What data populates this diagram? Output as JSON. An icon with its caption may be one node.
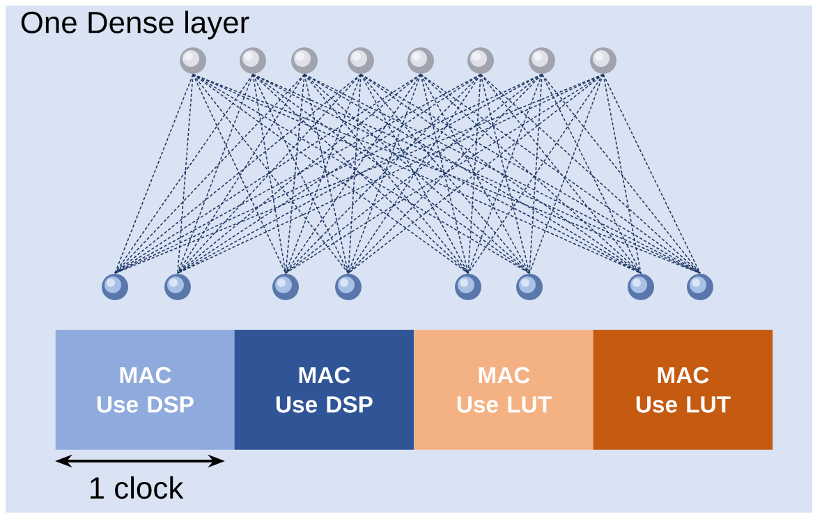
{
  "diagram": {
    "title": "One Dense layer",
    "nodes": [
      {
        "text": [],
        "shape": "circle"
      },
      {
        "text": [],
        "shape": "circle"
      },
      {
        "text": [],
        "shape": "circle"
      },
      {
        "text": [],
        "shape": "circle"
      },
      {
        "text": [],
        "shape": "circle"
      },
      {
        "text": [],
        "shape": "circle"
      },
      {
        "text": [],
        "shape": "circle"
      },
      {
        "text": [],
        "shape": "circle"
      },
      {
        "text": [],
        "shape": "circle"
      },
      {
        "text": [],
        "shape": "circle"
      },
      {
        "text": [],
        "shape": "circle"
      },
      {
        "text": [],
        "shape": "circle"
      },
      {
        "text": [],
        "shape": "circle"
      },
      {
        "text": [],
        "shape": "circle"
      },
      {
        "text": [],
        "shape": "circle"
      },
      {
        "text": [],
        "shape": "circle"
      },
      {
        "text": [
          "MAC Use DSP"
        ]
      },
      {
        "text": [
          "MAC Use DSP"
        ]
      },
      {
        "text": [
          "MAC Use LUT"
        ]
      },
      {
        "text": [
          "MAC Use LUT"
        ]
      }
    ],
    "edges": [
      {
        "from": 0,
        "to": 8,
        "arrow": "none",
        "style": "dashed"
      },
      {
        "from": 0,
        "to": 9,
        "arrow": "none",
        "style": "dashed"
      },
      {
        "from": 0,
        "to": 10,
        "arrow": "none",
        "style": "dashed"
      },
      {
        "from": 0,
        "to": 11,
        "arrow": "none",
        "style": "dashed"
      },
      {
        "from": 0,
        "to": 12,
        "arrow": "none",
        "style": "dashed"
      },
      {
        "from": 0,
        "to": 13,
        "arrow": "none",
        "style": "dashed"
      },
      {
        "from": 0,
        "to": 14,
        "arrow": "none",
        "style": "dashed"
      },
      {
        "from": 0,
        "to": 15,
        "arrow": "none",
        "style": "dashed"
      },
      {
        "from": 1,
        "to": 8,
        "arrow": "none",
        "style": "dashed"
      },
      {
        "from": 1,
        "to": 9,
        "arrow": "none",
        "style": "dashed"
      },
      {
        "from": 1,
        "to": 10,
        "arrow": "none",
        "style": "dashed"
      },
      {
        "from": 1,
        "to": 11,
        "arrow": "none",
        "style": "dashed"
      },
      {
        "from": 1,
        "to": 12,
        "arrow": "none",
        "style": "dashed"
      },
      {
        "from": 1,
        "to": 13,
        "arrow": "none",
        "style": "dashed"
      },
      {
        "from": 1,
        "to": 14,
        "arrow": "none",
        "style": "dashed"
      },
      {
        "from": 1,
        "to": 15,
        "arrow": "none",
        "style": "dashed"
      },
      {
        "from": 2,
        "to": 8,
        "arrow": "none",
        "style": "dashed"
      },
      {
        "from": 2,
        "to": 9,
        "arrow": "none",
        "style": "dashed"
      },
      {
        "from": 2,
        "to": 10,
        "arrow": "none",
        "style": "dashed"
      },
      {
        "from": 2,
        "to": 11,
        "arrow": "none",
        "style": "dashed"
      },
      {
        "from": 2,
        "to": 12,
        "arrow": "none",
        "style": "dashed"
      },
      {
        "from": 2,
        "to": 13,
        "arrow": "none",
        "style": "dashed"
      },
      {
        "from": 2,
        "to": 14,
        "arrow": "none",
        "style": "dashed"
      },
      {
        "from": 2,
        "to": 15,
        "arrow": "none",
        "style": "dashed"
      },
      {
        "from": 3,
        "to": 8,
        "arrow": "none",
        "style": "dashed"
      },
      {
        "from": 3,
        "to": 9,
        "arrow": "none",
        "style": "dashed"
      },
      {
        "from": 3,
        "to": 10,
        "arrow": "none",
        "style": "dashed"
      },
      {
        "from": 3,
        "to": 11,
        "arrow": "none",
        "style": "dashed"
      },
      {
        "from": 3,
        "to": 12,
        "arrow": "none",
        "style": "dashed"
      },
      {
        "from": 3,
        "to": 13,
        "arrow": "none",
        "style": "dashed"
      },
      {
        "from": 3,
        "to": 14,
        "arrow": "none",
        "style": "dashed"
      },
      {
        "from": 3,
        "to": 15,
        "arrow": "none",
        "style": "dashed"
      },
      {
        "from": 4,
        "to": 8,
        "arrow": "none",
        "style": "dashed"
      },
      {
        "from": 4,
        "to": 9,
        "arrow": "none",
        "style": "dashed"
      },
      {
        "from": 4,
        "to": 10,
        "arrow": "none",
        "style": "dashed"
      },
      {
        "from": 4,
        "to": 11,
        "arrow": "none",
        "style": "dashed"
      },
      {
        "from": 4,
        "to": 12,
        "arrow": "none",
        "style": "dashed"
      },
      {
        "from": 4,
        "to": 13,
        "arrow": "none",
        "style": "dashed"
      },
      {
        "from": 4,
        "to": 14,
        "arrow": "none",
        "style": "dashed"
      },
      {
        "from": 4,
        "to": 15,
        "arrow": "none",
        "style": "dashed"
      },
      {
        "from": 5,
        "to": 8,
        "arrow": "none",
        "style": "dashed"
      },
      {
        "from": 5,
        "to": 9,
        "arrow": "none",
        "style": "dashed"
      },
      {
        "from": 5,
        "to": 10,
        "arrow": "none",
        "style": "dashed"
      },
      {
        "from": 5,
        "to": 11,
        "arrow": "none",
        "style": "dashed"
      },
      {
        "from": 5,
        "to": 12,
        "arrow": "none",
        "style": "dashed"
      },
      {
        "from": 5,
        "to": 13,
        "arrow": "none",
        "style": "dashed"
      },
      {
        "from": 5,
        "to": 14,
        "arrow": "none",
        "style": "dashed"
      },
      {
        "from": 5,
        "to": 15,
        "arrow": "none",
        "style": "dashed"
      },
      {
        "from": 6,
        "to": 8,
        "arrow": "none",
        "style": "dashed"
      },
      {
        "from": 6,
        "to": 9,
        "arrow": "none",
        "style": "dashed"
      },
      {
        "from": 6,
        "to": 10,
        "arrow": "none",
        "style": "dashed"
      },
      {
        "from": 6,
        "to": 11,
        "arrow": "none",
        "style": "dashed"
      },
      {
        "from": 6,
        "to": 12,
        "arrow": "none",
        "style": "dashed"
      },
      {
        "from": 6,
        "to": 13,
        "arrow": "none",
        "style": "dashed"
      },
      {
        "from": 6,
        "to": 14,
        "arrow": "none",
        "style": "dashed"
      },
      {
        "from": 6,
        "to": 15,
        "arrow": "none",
        "style": "dashed"
      },
      {
        "from": 7,
        "to": 8,
        "arrow": "none",
        "style": "dashed"
      },
      {
        "from": 7,
        "to": 9,
        "arrow": "none",
        "style": "dashed"
      },
      {
        "from": 7,
        "to": 10,
        "arrow": "none",
        "style": "dashed"
      },
      {
        "from": 7,
        "to": 11,
        "arrow": "none",
        "style": "dashed"
      },
      {
        "from": 7,
        "to": 12,
        "arrow": "none",
        "style": "dashed"
      },
      {
        "from": 7,
        "to": 13,
        "arrow": "none",
        "style": "dashed"
      },
      {
        "from": 7,
        "to": 14,
        "arrow": "none",
        "style": "dashed"
      },
      {
        "from": 7,
        "to": 15,
        "arrow": "none",
        "style": "dashed"
      }
    ],
    "labels": [
      "1 clock"
    ]
  }
}
